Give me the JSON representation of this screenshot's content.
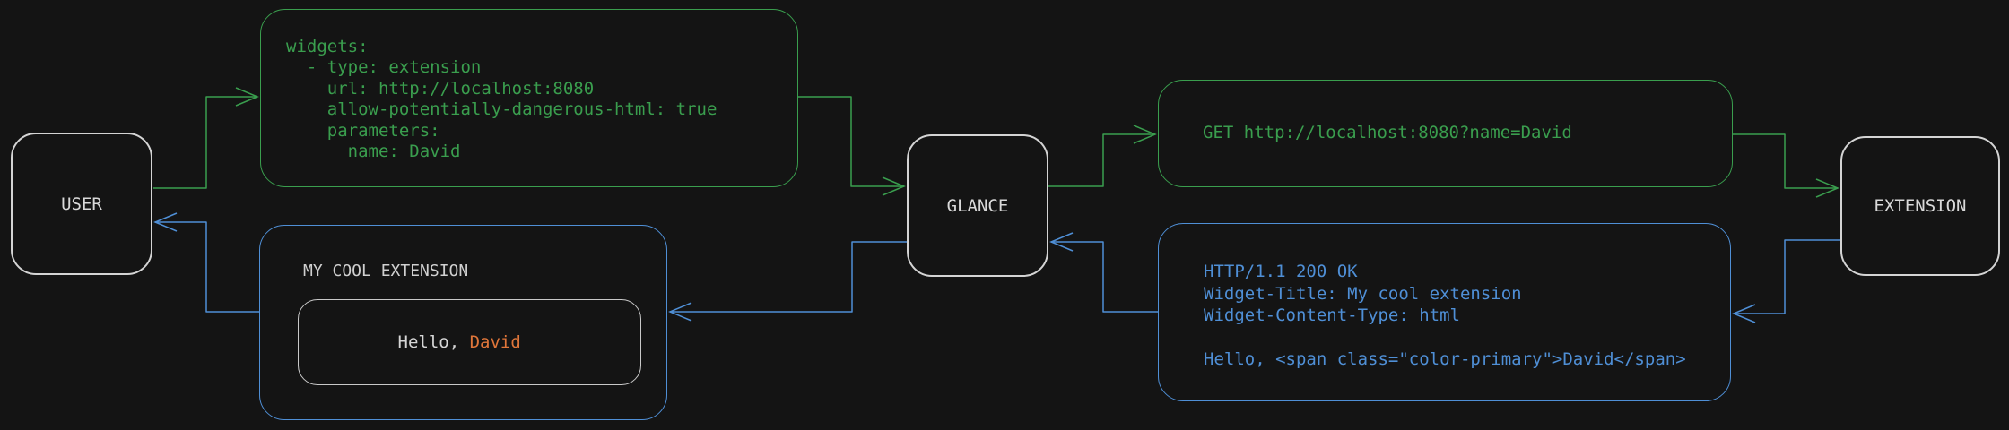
{
  "diagram": {
    "nodes": {
      "user": {
        "label": "USER"
      },
      "glance": {
        "label": "GLANCE"
      },
      "extension": {
        "label": "EXTENSION"
      }
    },
    "config_box": {
      "lines": [
        "widgets:",
        "  - type: extension",
        "    url: http://localhost:8080",
        "    allow-potentially-dangerous-html: true",
        "    parameters:",
        "      name: David"
      ]
    },
    "request_box": {
      "text": "GET http://localhost:8080?name=David"
    },
    "response_box": {
      "lines": [
        "HTTP/1.1 200 OK",
        "Widget-Title: My cool extension",
        "Widget-Content-Type: html",
        "",
        "Hello, <span class=\"color-primary\">David</span>"
      ]
    },
    "widget_preview": {
      "title": "MY COOL EXTENSION",
      "greeting_prefix": "Hello, ",
      "greeting_name": "David"
    },
    "colors": {
      "request_flow_green": "#3a9e4e",
      "response_flow_blue": "#4f8fd6",
      "name_highlight_orange": "#e0763a",
      "node_border_gray": "#d4d4d4",
      "background": "#141414"
    }
  }
}
